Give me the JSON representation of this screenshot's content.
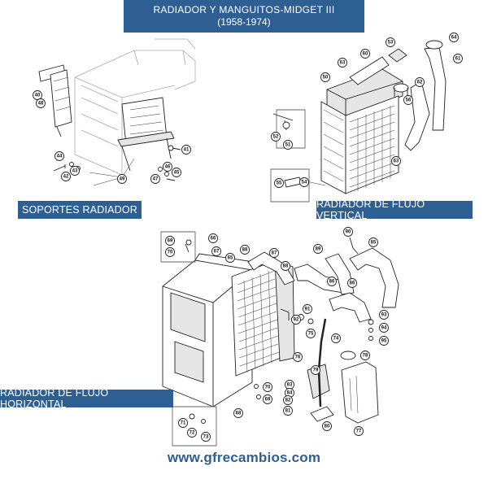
{
  "header": {
    "title_line1": "RADIADOR Y MANGUITOS-MIDGET III",
    "title_line2": "(1958-1974)"
  },
  "sections": {
    "supports": "SOPORTES RADIADOR",
    "vertical": "RADIADOR DE FLUJO VERTICAL",
    "horizontal": "RADIADOR DE FLUJO HORIZONTAL"
  },
  "footer": {
    "website": "www.gfrecambios.com"
  },
  "callouts": {
    "supports": [
      "40",
      "48",
      "41",
      "44",
      "42",
      "43",
      "47",
      "46",
      "45",
      "49"
    ],
    "vertical": [
      "53",
      "60",
      "64",
      "61",
      "63",
      "50",
      "62",
      "56",
      "52",
      "51",
      "63",
      "55",
      "54"
    ],
    "horizontal": [
      "69",
      "70",
      "66",
      "67",
      "65",
      "88",
      "87",
      "88",
      "89",
      "90",
      "85",
      "86",
      "86",
      "91",
      "92",
      "93",
      "94",
      "95",
      "75",
      "74",
      "76",
      "78",
      "79",
      "83",
      "84",
      "82",
      "81",
      "80",
      "77",
      "70",
      "69",
      "68",
      "71",
      "72",
      "73"
    ]
  },
  "colors": {
    "banner": "#2e5f93",
    "banner_text": "#ffffff",
    "website": "#2e5f93"
  }
}
